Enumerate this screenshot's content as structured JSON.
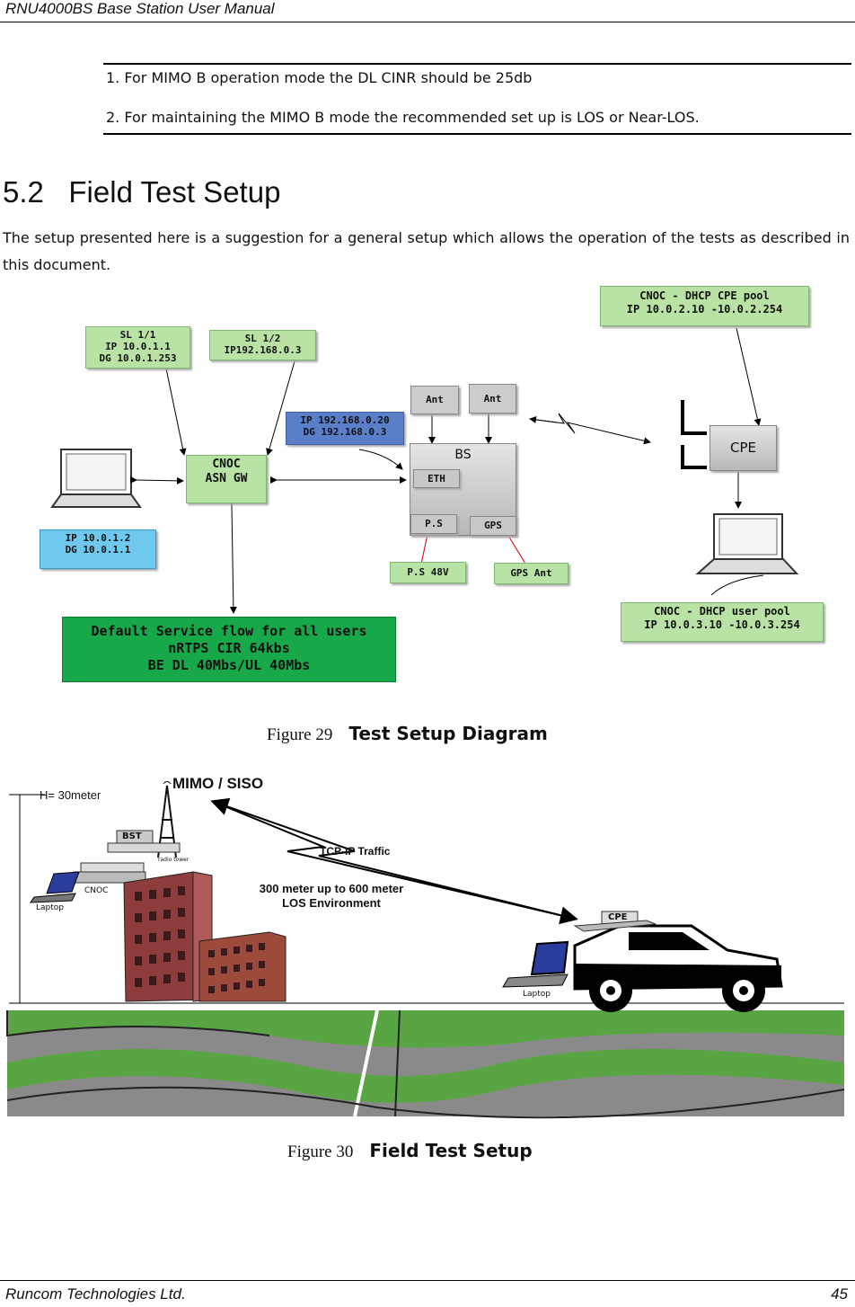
{
  "header": {
    "title": "RNU4000BS Base Station User Manual"
  },
  "notes": [
    "1. For MIMO B operation mode the DL CINR should be 25db",
    "2. For maintaining the MIMO B mode the recommended set up is LOS or Near-LOS."
  ],
  "section": {
    "number": "5.2",
    "title": "Field Test Setup"
  },
  "intro": "The setup presented here is a suggestion for a general setup which allows the operation of the tests as described in this document.",
  "diagram": {
    "sl11": [
      "SL 1/1",
      "IP 10.0.1.1",
      "DG 10.0.1.253"
    ],
    "sl12": [
      "SL 1/2",
      "IP192.168.0.3"
    ],
    "cnoc": [
      "CNOC",
      "ASN GW"
    ],
    "laptop_ip": [
      "IP 10.0.1.2",
      "DG 10.0.1.1"
    ],
    "bs_ip": [
      "IP 192.168.0.20",
      "DG 192.168.0.3"
    ],
    "ant1": "Ant",
    "ant2": "Ant",
    "bs": "BS",
    "eth": "ETH",
    "ps": "P.S",
    "gps": "GPS",
    "ps48": "P.S 48V",
    "gps_ant": "GPS Ant",
    "cpe": "CPE",
    "cpe_pool": [
      "CNOC - DHCP CPE pool",
      "IP 10.0.2.10 -10.0.2.254"
    ],
    "user_pool": [
      "CNOC - DHCP user pool",
      "IP 10.0.3.10 -10.0.3.254"
    ],
    "service_flow": [
      "Default Service flow for all users",
      "nRTPS CIR 64kbs",
      "BE DL 40Mbs/UL 40Mbs"
    ]
  },
  "figure29": {
    "num": "Figure 29",
    "title": "Test Setup Diagram"
  },
  "field": {
    "height": "H= 30meter",
    "mimo": "MIMO / SISO",
    "bst": "BST",
    "radio_tower": "radio tower",
    "cnoc": "CNOC",
    "laptop1": "Laptop",
    "tcp": "TCP-IP Traffic",
    "distance": [
      "300 meter up to 600 meter",
      "LOS Environment"
    ],
    "cpe": "CPE",
    "laptop2": "Laptop"
  },
  "figure30": {
    "num": "Figure 30",
    "title": "Field Test Setup"
  },
  "footer": {
    "company": "Runcom Technologies Ltd.",
    "page": "45"
  }
}
